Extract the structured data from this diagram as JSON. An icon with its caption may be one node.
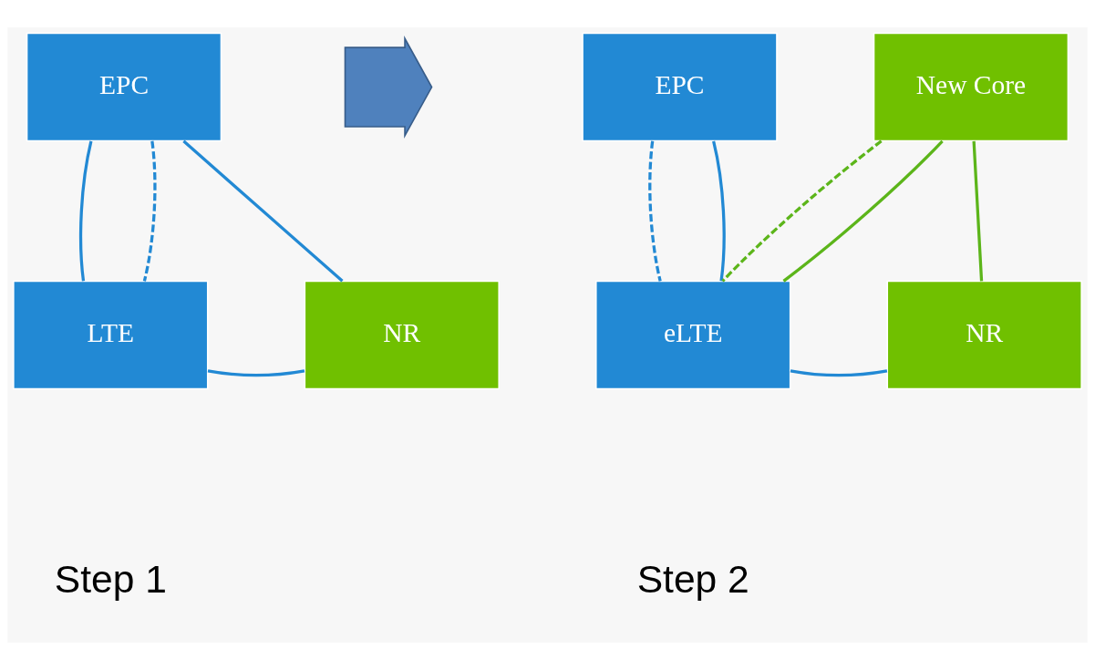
{
  "diagram": {
    "nodes": [
      {
        "text": [
          "EPC"
        ]
      },
      {
        "text": [
          "LTE"
        ]
      },
      {
        "text": [
          "NR"
        ]
      },
      {
        "text": [],
        "shape": "arrow"
      },
      {
        "text": [
          "EPC"
        ]
      },
      {
        "text": [
          "New Core"
        ]
      },
      {
        "text": [
          "eLTE"
        ]
      },
      {
        "text": [
          "NR"
        ]
      }
    ],
    "edges": [
      {
        "from": 0,
        "to": 1,
        "arrow": "none"
      },
      {
        "from": 0,
        "to": 1,
        "arrow": "none",
        "style": "dashed"
      },
      {
        "from": 0,
        "to": 2,
        "arrow": "none"
      },
      {
        "from": 1,
        "to": 2,
        "arrow": "none"
      },
      {
        "from": 4,
        "to": 6,
        "arrow": "none",
        "style": "dashed"
      },
      {
        "from": 4,
        "to": 6,
        "arrow": "none"
      },
      {
        "from": 5,
        "to": 6,
        "arrow": "none",
        "style": "dashed",
        "color": "#5cb51a"
      },
      {
        "from": 5,
        "to": 6,
        "arrow": "none",
        "color": "#5cb51a"
      },
      {
        "from": 5,
        "to": 7,
        "arrow": "none",
        "color": "#5cb51a"
      },
      {
        "from": 6,
        "to": 7,
        "arrow": "none"
      }
    ],
    "labels": [
      "Step 1",
      "Step 2"
    ]
  }
}
